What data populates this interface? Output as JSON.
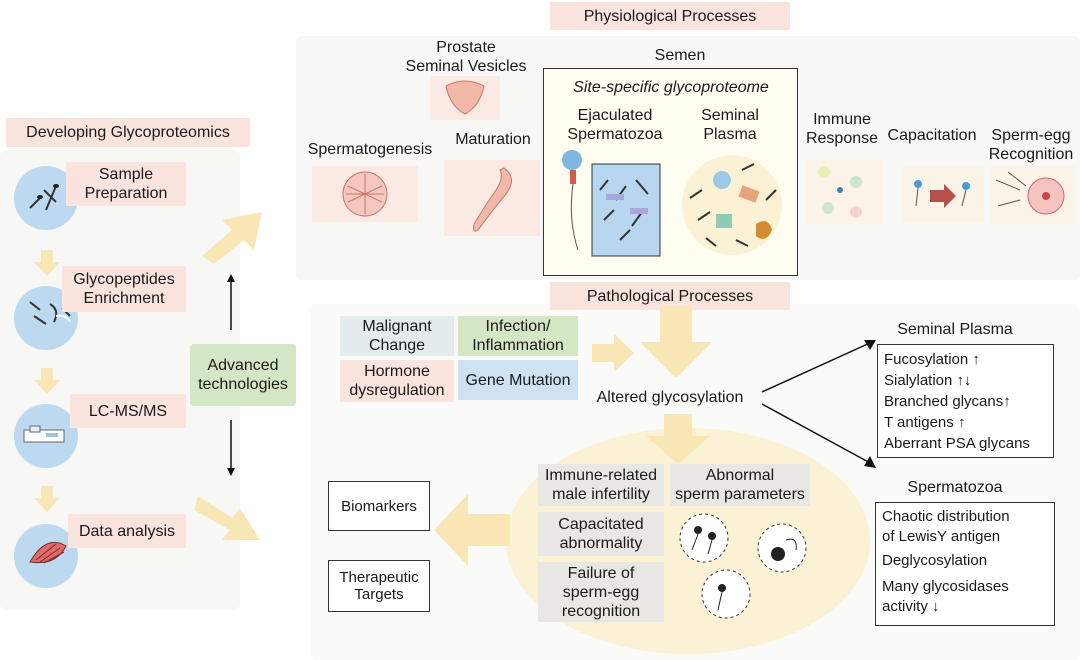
{
  "left": {
    "title": "Developing Glycoproteomics",
    "steps": [
      "Sample\nPreparation",
      "Glycopeptides\nEnrichment",
      "LC-MS/MS",
      "Data analysis"
    ],
    "advanced": "Advanced\ntechnologies"
  },
  "physio": {
    "title": "Physiological Processes",
    "stages": {
      "spermatogenesis": "Spermatogenesis",
      "prostate": "Prostate\nSeminal Vesicles",
      "maturation": "Maturation",
      "semen": "Semen",
      "immune": "Immune\nResponse",
      "capacitation": "Capacitation",
      "sperm_egg": "Sperm-egg\nRecognition"
    },
    "semen_box": {
      "title": "Site-specific glycoproteome",
      "ejaculated": "Ejaculated\nSpermatozoa",
      "plasma": "Seminal\nPlasma"
    }
  },
  "patho": {
    "title": "Pathological Processes",
    "causes": [
      "Malignant\nChange",
      "Infection/\nInflammation",
      "Hormone\ndysregulation",
      "Gene Mutation"
    ],
    "altered": "Altered glycosylation",
    "seminal_plasma": {
      "title": "Seminal Plasma",
      "items": [
        "Fucosylation ↑",
        "Sialylation ↑↓",
        "Branched glycans↑",
        "T antigens ↑",
        "Aberrant PSA glycans"
      ]
    },
    "spermatozoa": {
      "title": "Spermatozoa",
      "items": [
        "Chaotic distribution\nof LewisY antigen",
        "Deglycosylation",
        "Many glycosidases\nactivity ↓"
      ]
    },
    "outcomes": [
      "Immune-related\nmale infertility",
      "Abnormal\nsperm parameters",
      "Capacitated\nabnormality",
      "Failure of\nsperm-egg\nrecognition"
    ],
    "targets": [
      "Biomarkers",
      "Therapeutic\nTargets"
    ]
  },
  "colors": {
    "pink": "#fbe3de",
    "arrow": "#f8e6b4",
    "green": "#d4e6c4",
    "blue": "#cfe2f3",
    "gray": "#e8e7e3",
    "circle": "#bcd9ef"
  }
}
